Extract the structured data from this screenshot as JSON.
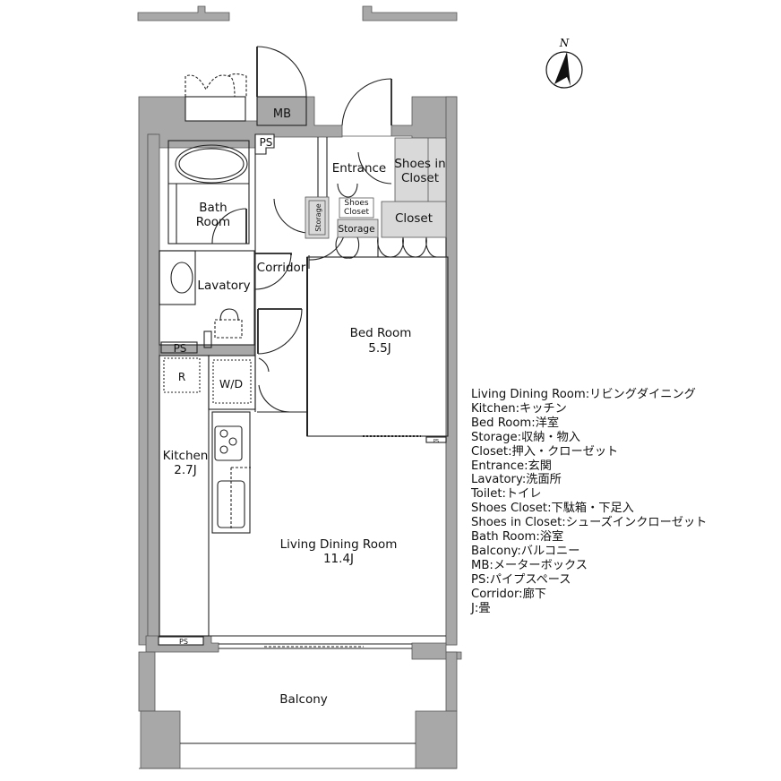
{
  "compass": {
    "label": "N"
  },
  "rooms": {
    "mb": "MB",
    "ps_top": "PS",
    "entrance": "Entrance",
    "shoes_in_closet_1": "Shoes in",
    "shoes_in_closet_2": "Closet",
    "bath_1": "Bath",
    "bath_2": "Room",
    "storage_vertical": "Storage",
    "shoes_closet_1": "Shoes",
    "shoes_closet_2": "Closet",
    "storage": "Storage",
    "closet": "Closet",
    "corridor": "Corridor",
    "lavatory": "Lavatory",
    "bed_room": "Bed Room",
    "bed_room_size": "5.5J",
    "ps_mid": "PS",
    "refrigerator": "R",
    "washer_dryer": "W/D",
    "kitchen": "Kitchen",
    "kitchen_size": "2.7J",
    "living_dining": "Living Dining Room",
    "living_dining_size": "11.4J",
    "ps_bottom": "PS",
    "ps_bed": "PS",
    "balcony": "Balcony"
  },
  "legend": [
    "Living Dining Room:リビングダイニング",
    "Kitchen:キッチン",
    "Bed Room:洋室",
    "Storage:収納・物入",
    "Closet:押入・クローゼット",
    "Entrance:玄関",
    "Lavatory:洗面所",
    "Toilet:トイレ",
    "Shoes Closet:下駄箱・下足入",
    "Shoes in Closet:シューズインクローゼット",
    "Bath Room:浴室",
    "Balcony:バルコニー",
    "MB:メーターボックス",
    "PS:パイプスペース",
    "Corridor:廊下",
    "J:畳"
  ],
  "colors": {
    "wall": "#a8a8a8",
    "storage_fill": "#d9d9d9",
    "line": "#222222"
  }
}
